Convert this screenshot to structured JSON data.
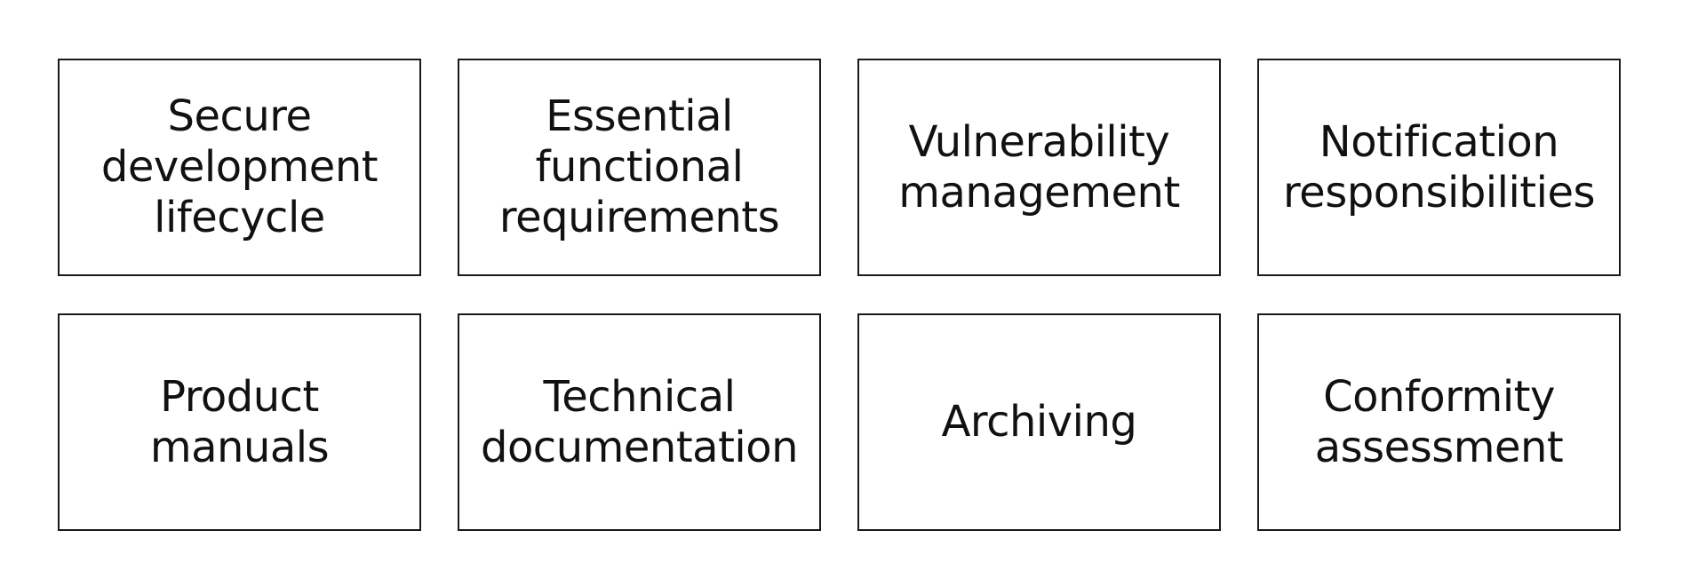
{
  "boxes": [
    {
      "label": "Secure\ndevelopment\nlifecycle"
    },
    {
      "label": "Essential\nfunctional\nrequirements"
    },
    {
      "label": "Vulnerability\nmanagement"
    },
    {
      "label": "Notification\nresponsibilities"
    },
    {
      "label": "Product\nmanuals"
    },
    {
      "label": "Technical\ndocumentation"
    },
    {
      "label": "Archiving"
    },
    {
      "label": "Conformity\nassessment"
    }
  ],
  "colors": {
    "border": "#1a1a1a",
    "text": "#111111",
    "background": "#ffffff"
  }
}
